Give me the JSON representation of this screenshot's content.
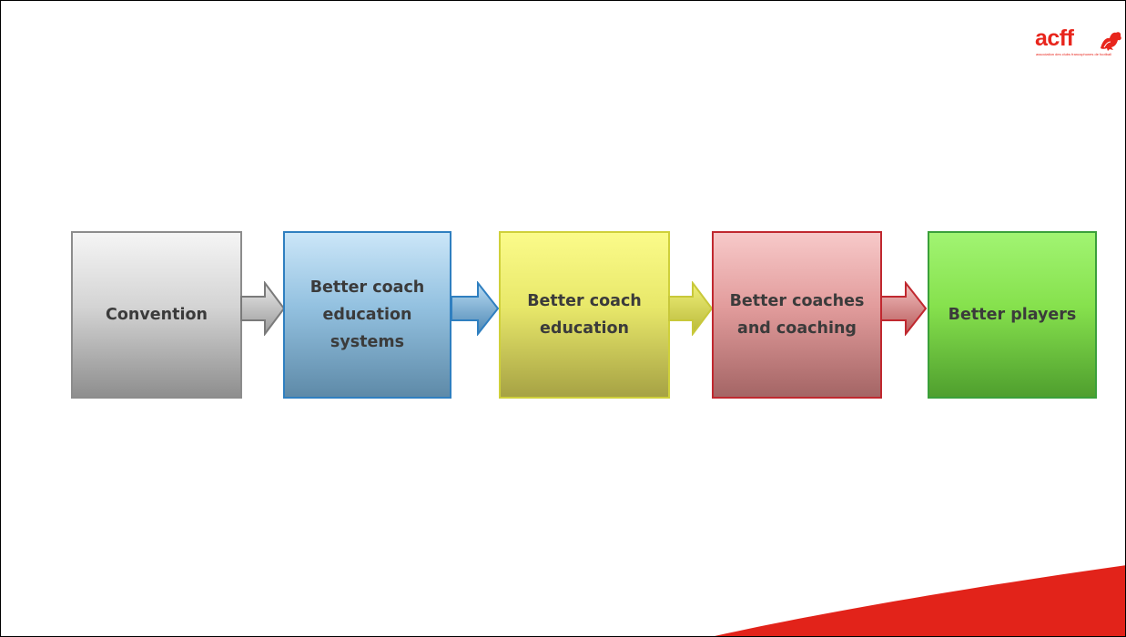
{
  "logo": {
    "text": "acff",
    "tagline": "association des clubs francophones de football"
  },
  "flow": {
    "steps": [
      {
        "label": "Convention",
        "color": "#8c8c8c"
      },
      {
        "label": "Better coach education systems",
        "color": "#2f7fc0"
      },
      {
        "label": "Better coach education",
        "color": "#cfd03a"
      },
      {
        "label": "Better coaches and coaching",
        "color": "#c0282f"
      },
      {
        "label": "Better players",
        "color": "#3aa03a"
      }
    ],
    "arrow_colors": [
      "#7a7a7a",
      "#2f7fc0",
      "#c8c83a",
      "#c0282f"
    ]
  },
  "theme": {
    "accent": "#e2231a"
  }
}
